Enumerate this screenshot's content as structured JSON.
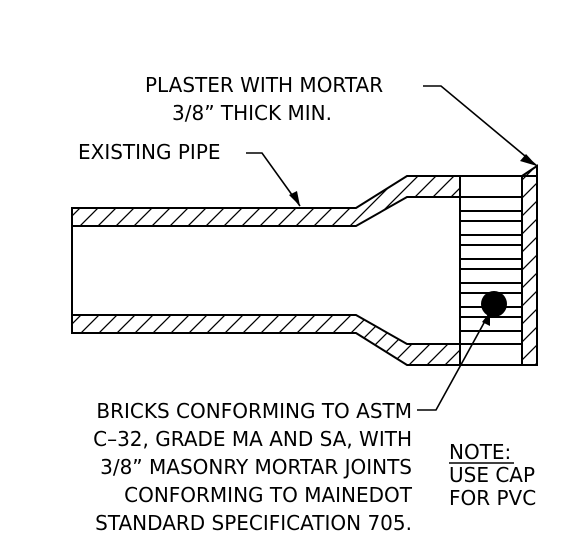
{
  "labels": {
    "plaster": [
      "PLASTER WITH MORTAR",
      "3/8” THICK MIN."
    ],
    "existing_pipe": "EXISTING PIPE",
    "bricks": [
      "BRICKS CONFORMING TO ASTM",
      "C–32, GRADE MA AND SA, WITH",
      "3/8” MASONRY MORTAR JOINTS",
      "CONFORMING TO MAINEDOT",
      "STANDARD SPECIFICATION 705."
    ],
    "note_heading": "NOTE:",
    "note_lines": [
      "USE CAP",
      "FOR PVC"
    ]
  }
}
